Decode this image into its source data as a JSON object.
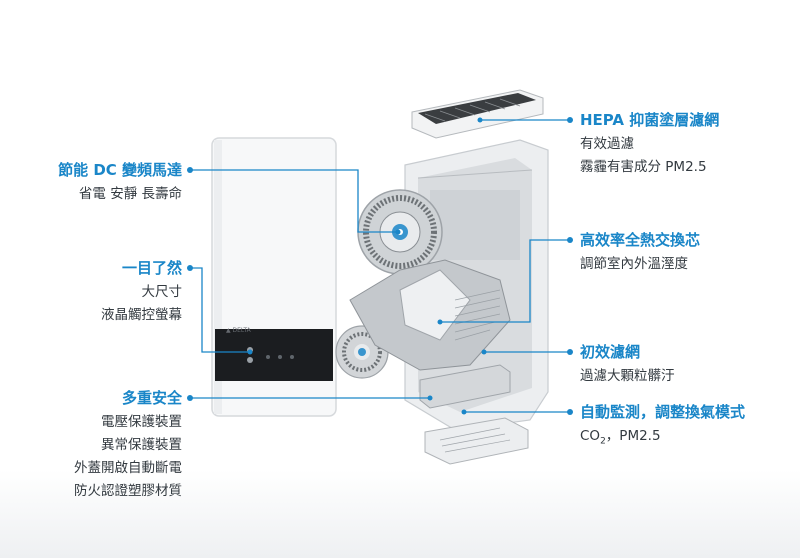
{
  "colors": {
    "accent": "#1a86c8",
    "text": "#333a40",
    "body": "#f4f5f6"
  },
  "callouts": {
    "hepa": {
      "title": "HEPA 抑菌塗層濾網",
      "lines": [
        "有效過濾",
        "霧霾有害成分 PM2.5"
      ]
    },
    "heat_exchanger": {
      "title": "高效率全熱交換芯",
      "lines": [
        "調節室內外溫溼度"
      ]
    },
    "pre_filter": {
      "title": "初效濾網",
      "lines": [
        "過濾大顆粒髒汙"
      ]
    },
    "auto_monitor": {
      "title": "自動監測，調整換氣模式",
      "co2_main": "CO",
      "co2_sub": "2",
      "co2_rest": "，PM2.5"
    },
    "dc_motor": {
      "title": "節能 DC 變頻馬達",
      "lines": [
        "省電 安靜 長壽命"
      ]
    },
    "display": {
      "title": "一目了然",
      "lines": [
        "大尺寸",
        "液晶觸控螢幕"
      ]
    },
    "safety": {
      "title": "多重安全",
      "lines": [
        "電壓保護裝置",
        "異常保護裝置",
        "外蓋開啟自動斷電",
        "防火認證塑膠材質"
      ]
    }
  },
  "device": {
    "brand": "▲ DELTA"
  }
}
